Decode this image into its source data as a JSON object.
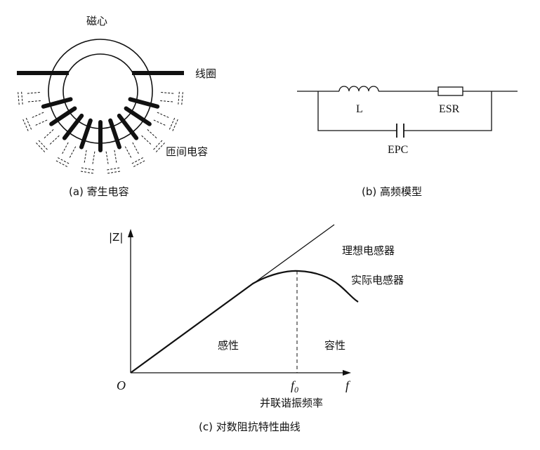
{
  "panel_a": {
    "core_label": "磁心",
    "coil_label": "线圈",
    "capacitance_label": "匝间电容",
    "caption": "(a) 寄生电容"
  },
  "panel_b": {
    "inductor_label": "L",
    "resistor_label": "ESR",
    "capacitor_label": "EPC",
    "caption": "(b) 高频模型"
  },
  "panel_c": {
    "y_axis_label": "|Z|",
    "origin_label": "O",
    "x_axis_label": "f",
    "resonance_label": "f",
    "resonance_subscript": "0",
    "resonance_desc": "并联谐振频率",
    "ideal_label": "理想电感器",
    "actual_label": "实际电感器",
    "inductive_region": "感性",
    "capacitive_region": "容性",
    "caption": "(c) 对数阻抗特性曲线"
  }
}
